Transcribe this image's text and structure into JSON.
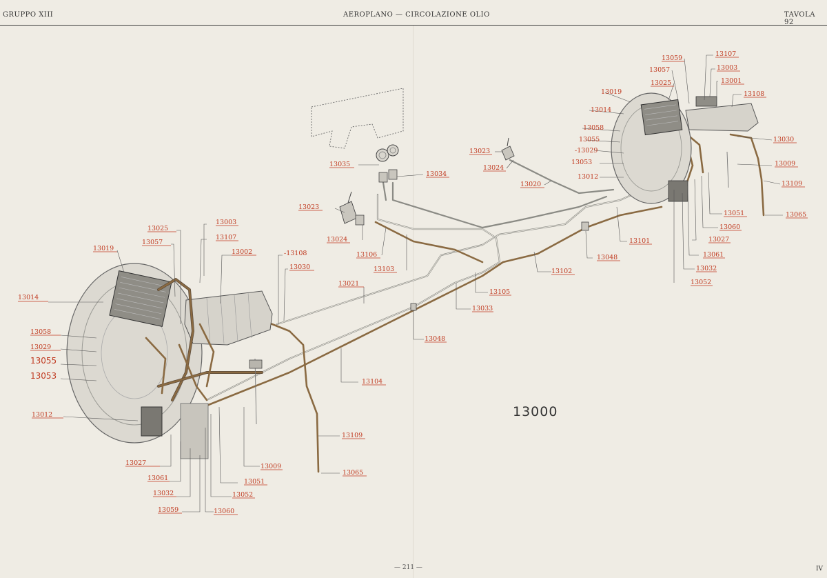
{
  "header": {
    "left": "GRUPPO XIII",
    "center": "AEROPLANO — CIRCOLAZIONE OLIO",
    "right": "TAVOLA 92"
  },
  "assembly_number": "13000",
  "footer": {
    "page": "— 211 —",
    "roman": "IV"
  },
  "colors": {
    "label": "#c0391f",
    "oil_pipe": "#8a6a42",
    "background": "#efece4"
  },
  "labels": {
    "l13025": "13025",
    "l13003": "13003",
    "l13057": "13057",
    "l13107": "13107",
    "l13019": "13019",
    "l13002": "13002",
    "l13108": "-13108",
    "l13030": "13030",
    "l13014": "13014",
    "l13021": "13021",
    "l13058": "13058",
    "l13029": "13029",
    "l13055": "13055",
    "l13053": "13053",
    "l13012": "13012",
    "l13027": "13027",
    "l13061": "13061",
    "l13032": "13032",
    "l13059": "13059",
    "l13060": "13060",
    "l13052": "13052",
    "l13051": "13051",
    "l13009": "13009",
    "l13109": "13109",
    "l13065": "13065",
    "l13104": "13104",
    "l13048": "13048",
    "l13033": "13033",
    "l13105": "13105",
    "l13103": "13103",
    "l13106": "13106",
    "l13024": "13024",
    "l13023": "13023",
    "l13035": "13035",
    "l13034": "13034",
    "r13023": "13023",
    "r13024": "13024",
    "r13020": "13020",
    "r13012": "13012",
    "r13102": "13102",
    "r13048": "13048",
    "r13101": "13101",
    "r13052": "13052",
    "r13032": "13032",
    "r13061": "13061",
    "r13027": "13027",
    "r13060": "13060",
    "r13051": "13051",
    "r13065": "13065",
    "r13109": "13109",
    "r13009": "13009",
    "r13030": "13030",
    "r13053": "13053",
    "r13029": "-13029",
    "r13055": "13055",
    "r13058": "13058",
    "r13014": "13014",
    "r13019": "13019",
    "r13025": "13025",
    "r13057": "13057",
    "r13059": "13059",
    "r13107": "13107",
    "r13003": "13003",
    "r13001": "13001",
    "r13108": "13108"
  }
}
